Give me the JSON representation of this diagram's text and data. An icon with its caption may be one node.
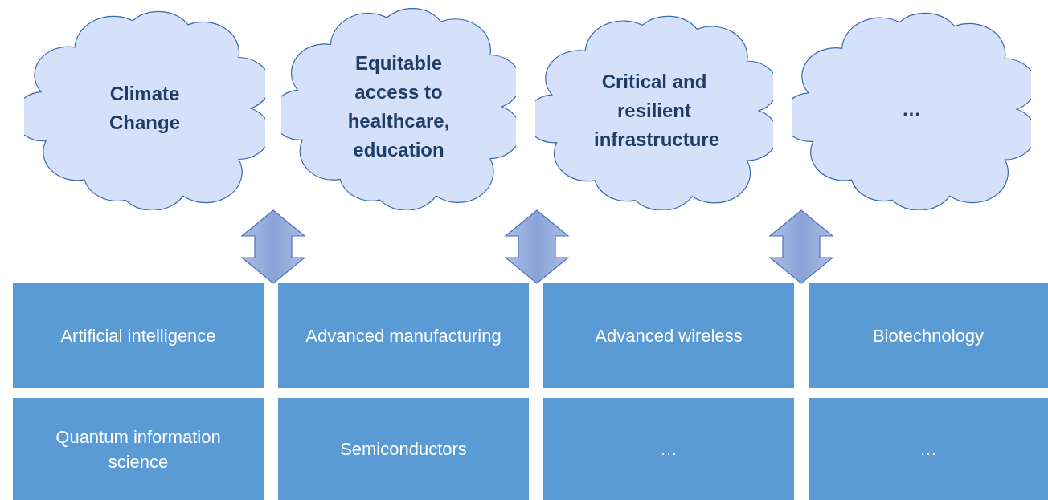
{
  "diagram": {
    "nodes": [
      {
        "text": [
          "Climate Change"
        ]
      },
      {
        "text": [
          "Equitable access to healthcare, education"
        ]
      },
      {
        "text": [
          "Critical and resilient infrastructure"
        ]
      },
      {
        "text": [
          "…"
        ]
      },
      {
        "text": [
          "Artificial intelligence"
        ]
      },
      {
        "text": [
          "Advanced manufacturing"
        ]
      },
      {
        "text": [
          "Advanced wireless"
        ]
      },
      {
        "text": [
          "Biotechnology"
        ]
      },
      {
        "text": [
          "Quantum information science"
        ]
      },
      {
        "text": [
          "Semiconductors"
        ]
      },
      {
        "text": [
          "…"
        ]
      },
      {
        "text": [
          "…"
        ]
      }
    ],
    "edges": [
      {
        "from": 0,
        "to": 4,
        "arrow": "both"
      },
      {
        "from": 1,
        "to": 5,
        "arrow": "both"
      },
      {
        "from": 2,
        "to": 6,
        "arrow": "both"
      }
    ]
  }
}
